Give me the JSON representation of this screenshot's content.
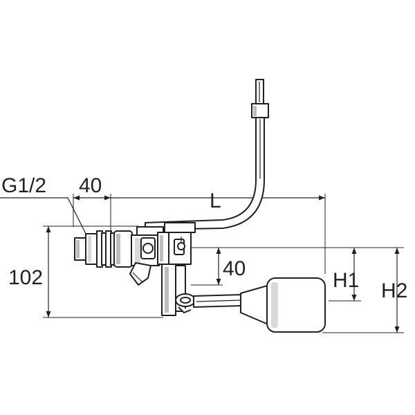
{
  "dimensions": {
    "thread": "G1/2",
    "inlet_length": "40",
    "overall_length": "L",
    "height": "102",
    "float_offset": "40",
    "h1": "H1",
    "h2": "H2"
  }
}
